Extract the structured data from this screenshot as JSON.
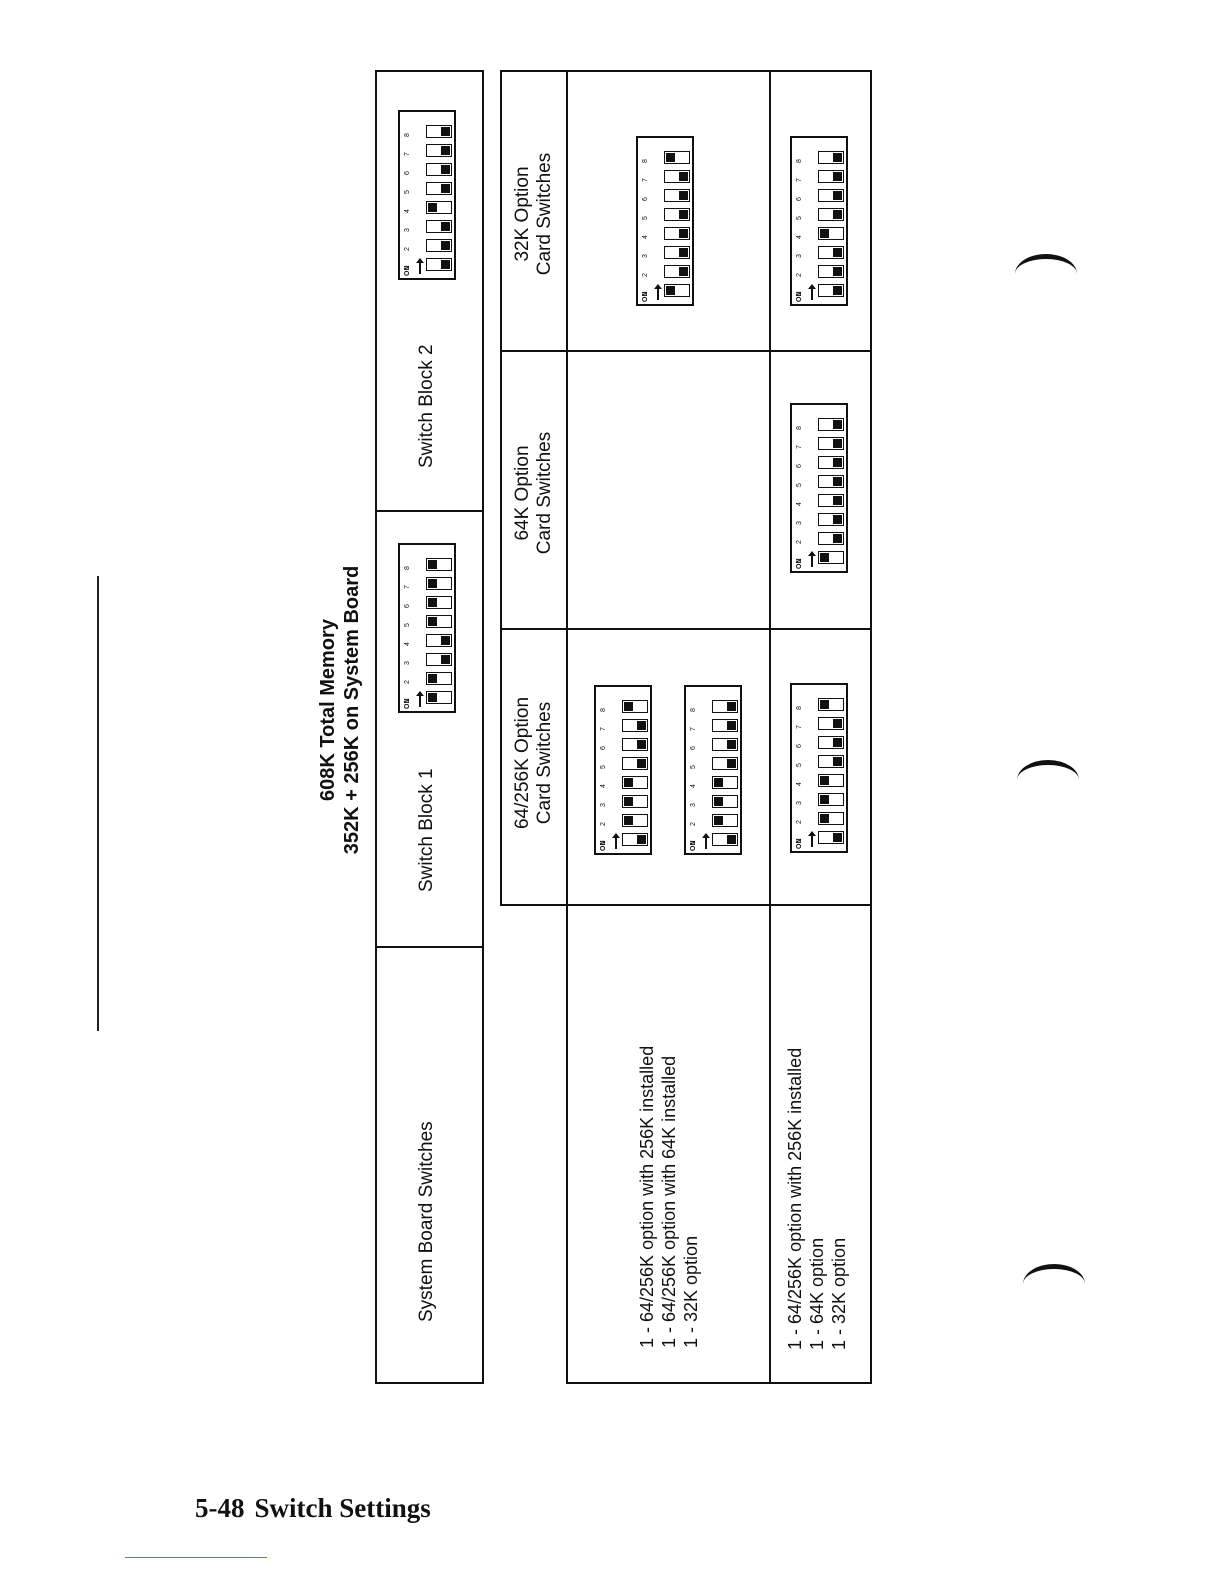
{
  "title": {
    "line1": "608K Total Memory",
    "line2": "352K + 256K on System Board"
  },
  "headers": {
    "system_board_switches": "System Board Switches",
    "switch_block_1": "Switch Block 1",
    "switch_block_2": "Switch Block 2",
    "option_64_256_l1": "64/256K Option",
    "option_64_256_l2": "Card Switches",
    "option_64_l1": "64K Option",
    "option_64_l2": "Card Switches",
    "option_32_l1": "32K Option",
    "option_32_l2": "Card Switches"
  },
  "rows": [
    {
      "lines": [
        "1 - 64/256K option with 256K installed",
        "1 - 64/256K option with 64K installed",
        "1 - 32K option"
      ]
    },
    {
      "lines": [
        "1 - 64/256K option with 256K installed",
        "1 - 64K option",
        "1 - 32K option"
      ]
    }
  ],
  "dip_label": "ON",
  "switch_numbers": [
    "1",
    "2",
    "3",
    "4",
    "5",
    "6",
    "7",
    "8"
  ],
  "switch_settings": {
    "system_block_1": [
      1,
      1,
      0,
      0,
      1,
      1,
      1,
      1
    ],
    "system_block_2": [
      0,
      0,
      0,
      1,
      0,
      0,
      0,
      0
    ],
    "row1_64_256_a": [
      0,
      1,
      1,
      1,
      0,
      0,
      0,
      1
    ],
    "row1_64_256_b": [
      0,
      1,
      1,
      1,
      0,
      0,
      0,
      0
    ],
    "row1_32": [
      1,
      0,
      0,
      0,
      0,
      0,
      0,
      1
    ],
    "row2_64_256": [
      0,
      1,
      1,
      1,
      0,
      0,
      0,
      1
    ],
    "row2_64": [
      1,
      0,
      0,
      0,
      0,
      0,
      0,
      0
    ],
    "row2_32": [
      0,
      0,
      0,
      1,
      0,
      0,
      0,
      0
    ]
  },
  "footer": {
    "page_number": "5-48",
    "section": "Switch Settings"
  }
}
